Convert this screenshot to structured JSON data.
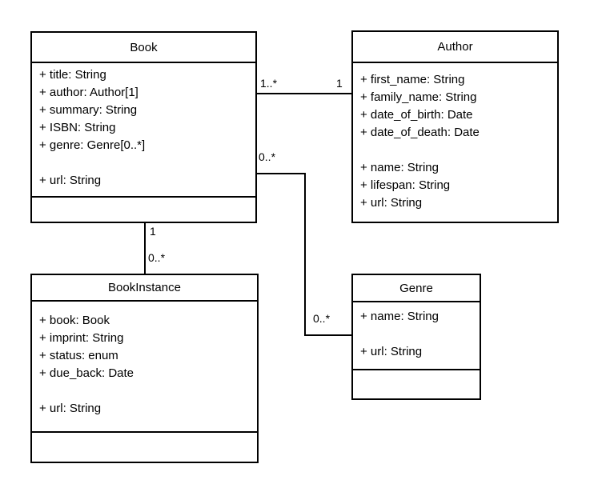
{
  "diagram": {
    "type": "uml-class-diagram",
    "background_color": "#ffffff",
    "line_color": "#000000",
    "text_color": "#000000"
  },
  "classes": {
    "book": {
      "title": "Book",
      "attributes": [
        "+ title: String",
        "+ author: Author[1]",
        "+ summary: String",
        "+ ISBN: String",
        "+ genre: Genre[0..*]",
        "",
        "+ url: String"
      ]
    },
    "author": {
      "title": "Author",
      "attributes": [
        "+ first_name: String",
        "+ family_name: String",
        "+ date_of_birth: Date",
        "+ date_of_death: Date",
        "",
        "+ name: String",
        "+ lifespan: String",
        "+ url: String"
      ]
    },
    "bookinstance": {
      "title": "BookInstance",
      "attributes": [
        "+ book: Book",
        "+ imprint: String",
        "+ status: enum",
        "+ due_back: Date",
        "",
        "+ url: String"
      ]
    },
    "genre": {
      "title": "Genre",
      "attributes": [
        "+ name: String",
        "",
        "+ url: String"
      ]
    }
  },
  "relationships": [
    {
      "from": "Book",
      "to": "Author",
      "from_multiplicity": "1..*",
      "to_multiplicity": "1"
    },
    {
      "from": "Book",
      "to": "Genre",
      "from_multiplicity": "0..*",
      "to_multiplicity": "0..*"
    },
    {
      "from": "Book",
      "to": "BookInstance",
      "from_multiplicity": "1",
      "to_multiplicity": "0..*"
    }
  ]
}
